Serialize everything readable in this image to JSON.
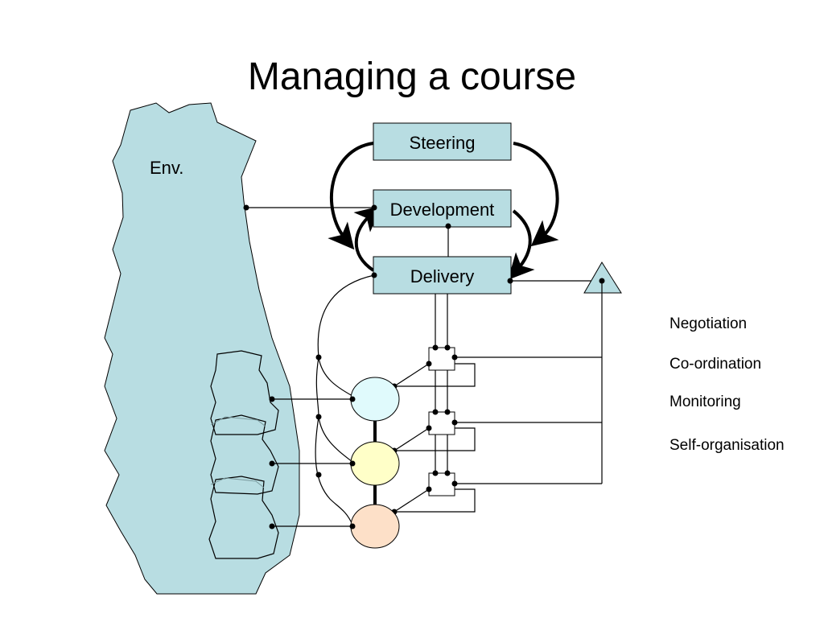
{
  "title": "Managing a course",
  "environment": {
    "label": "Env."
  },
  "boxes": {
    "steering": "Steering",
    "development": "Development",
    "delivery": "Delivery"
  },
  "legend": [
    "Negotiation",
    "Co-ordination",
    "Monitoring",
    "Self-organisation"
  ],
  "colors": {
    "environment": "#b8dde2",
    "box": "#b8dde2",
    "triangle": "#b8dde2",
    "node_top": "#e0fafc",
    "node_middle": "#ffffc8",
    "node_bottom": "#fde0c8"
  }
}
